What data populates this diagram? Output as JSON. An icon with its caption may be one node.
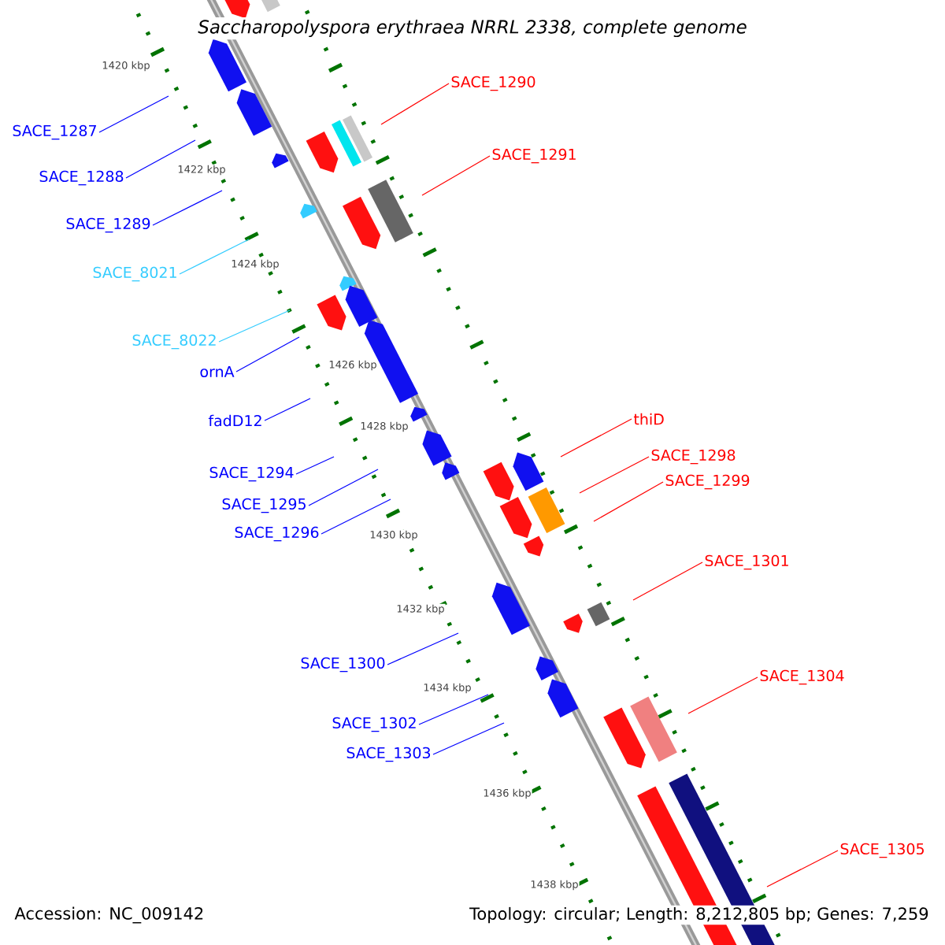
{
  "diagram": {
    "title": "Saccharopolyspora erythraea NRRL 2338, complete genome",
    "nodes": [
      {
        "text": [
          "SACE_1290"
        ]
      },
      {
        "text": [
          "SACE_1287"
        ]
      },
      {
        "text": [
          "SACE_1291"
        ]
      },
      {
        "text": [
          "SACE_1288"
        ]
      },
      {
        "text": [
          "SACE_1289"
        ]
      },
      {
        "text": [
          "SACE_8021"
        ]
      },
      {
        "text": [
          "SACE_8022"
        ]
      },
      {
        "text": [
          "ornA"
        ]
      },
      {
        "text": [
          "thiD"
        ]
      },
      {
        "text": [
          "fadD12"
        ]
      },
      {
        "text": [
          "SACE_1298"
        ]
      },
      {
        "text": [
          "SACE_1294"
        ]
      },
      {
        "text": [
          "SACE_1299"
        ]
      },
      {
        "text": [
          "SACE_1295"
        ]
      },
      {
        "text": [
          "SACE_1296"
        ]
      },
      {
        "text": [
          "SACE_1301"
        ]
      },
      {
        "text": [
          "SACE_1300"
        ]
      },
      {
        "text": [
          "SACE_1304"
        ]
      },
      {
        "text": [
          "SACE_1302"
        ]
      },
      {
        "text": [
          "SACE_1303"
        ]
      },
      {
        "text": [
          "SACE_1305"
        ]
      }
    ],
    "edges": [
      {
        "from": 0,
        "to": null,
        "arrow": "none",
        "color": "#ff0000"
      },
      {
        "from": 1,
        "to": null,
        "arrow": "none"
      },
      {
        "from": 2,
        "to": null,
        "arrow": "none",
        "color": "#ff0000"
      },
      {
        "from": 3,
        "to": null,
        "arrow": "none"
      },
      {
        "from": 4,
        "to": null,
        "arrow": "none"
      },
      {
        "from": 5,
        "to": null,
        "arrow": "none",
        "color": "#33ccff"
      },
      {
        "from": 6,
        "to": null,
        "arrow": "none",
        "color": "#33ccff"
      },
      {
        "from": 7,
        "to": null,
        "arrow": "none"
      },
      {
        "from": 8,
        "to": null,
        "arrow": "none",
        "color": "#ff0000"
      },
      {
        "from": 9,
        "to": null,
        "arrow": "none"
      },
      {
        "from": 10,
        "to": null,
        "arrow": "none",
        "color": "#ff0000"
      },
      {
        "from": 11,
        "to": null,
        "arrow": "none"
      },
      {
        "from": 12,
        "to": null,
        "arrow": "none",
        "color": "#ff0000"
      },
      {
        "from": 13,
        "to": null,
        "arrow": "none"
      },
      {
        "from": 14,
        "to": null,
        "arrow": "none"
      },
      {
        "from": 15,
        "to": null,
        "arrow": "none",
        "color": "#ff0000"
      },
      {
        "from": 16,
        "to": null,
        "arrow": "none"
      },
      {
        "from": 17,
        "to": null,
        "arrow": "none",
        "color": "#ff0000"
      },
      {
        "from": 18,
        "to": null,
        "arrow": "none"
      },
      {
        "from": 19,
        "to": null,
        "arrow": "none"
      },
      {
        "from": 20,
        "to": null,
        "arrow": "none",
        "color": "#ff0000"
      }
    ],
    "labels": [
      "1420 kbp",
      "1422 kbp",
      "1424 kbp",
      "1426 kbp",
      "1428 kbp",
      "1430 kbp",
      "1432 kbp",
      "1434 kbp",
      "1436 kbp",
      "1438 kbp",
      "Accession: NC_009142",
      "Topology: circular; Length: 8,212,805 bp; Genes: 7,259"
    ]
  }
}
